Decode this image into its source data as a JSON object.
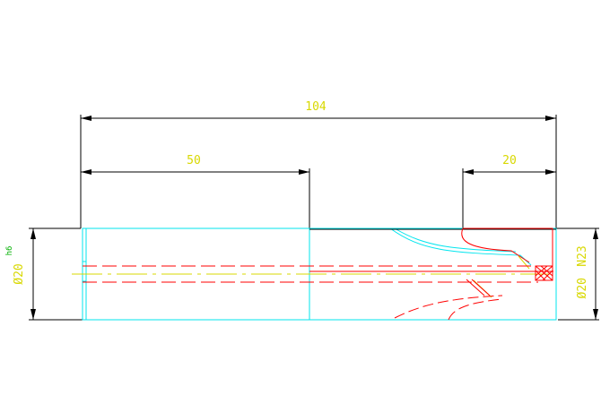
{
  "dimensions": {
    "overall_length": "104",
    "shank_length": "50",
    "tip_length": "20",
    "left_diameter": "Ø20",
    "left_tolerance": "h6",
    "right_diameter": "Ø20",
    "right_tolerance": "N23"
  },
  "colors": {
    "body_outline": "#00e5ee",
    "hidden_lines": "#ff0000",
    "dimension_lines": "#000000",
    "dimension_text": "#d8d800",
    "tolerance_text": "#00b000"
  }
}
